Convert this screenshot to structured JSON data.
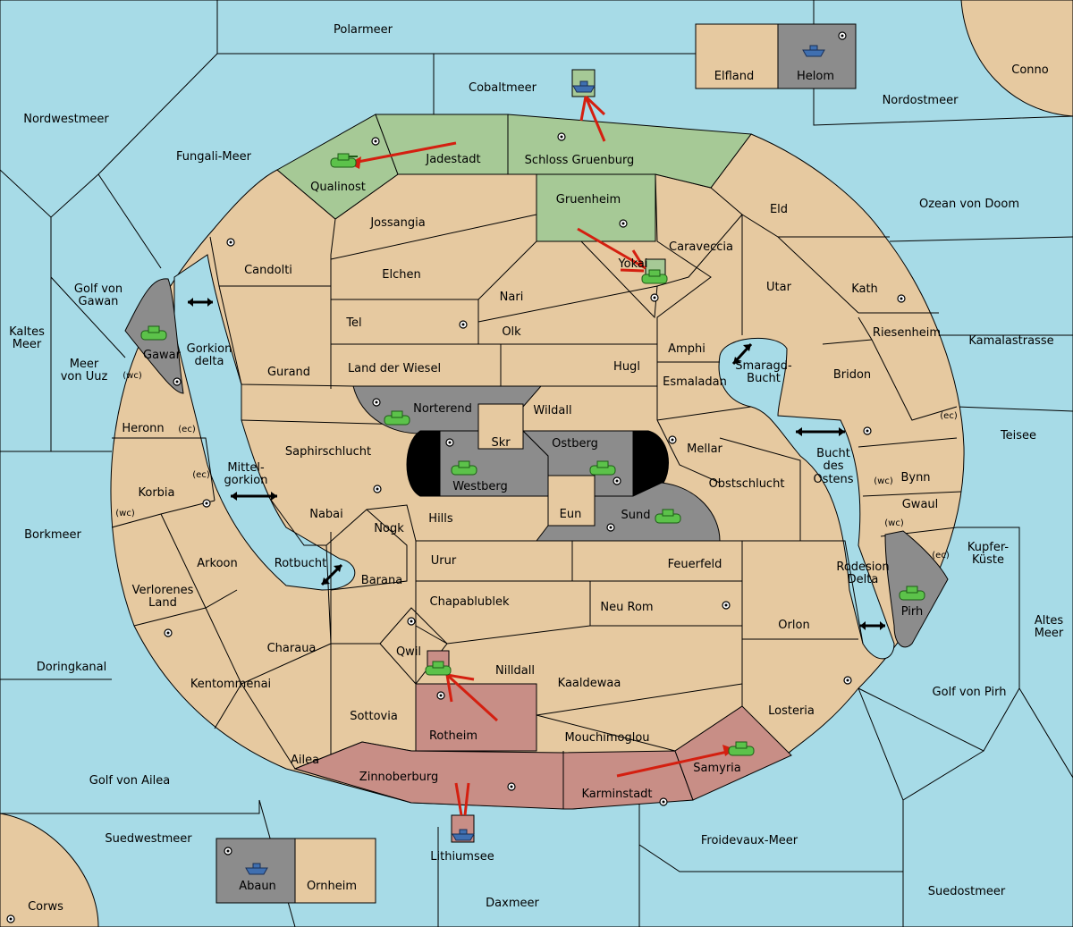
{
  "colors": {
    "sea": "#a7dbe7",
    "land": "#e6c9a0",
    "green_power": "#a6c996",
    "red_power": "#c88e86",
    "grey_power": "#8c8c8c",
    "order_arrow": "#d41f10"
  },
  "regions": {
    "polarmeer": "Polarmeer",
    "conno": "Conno",
    "elfland": "Elfland",
    "helom": "Helom",
    "cobaltmeer": "Cobaltmeer",
    "nordwestmeer": "Nordwestmeer",
    "nordostmeer": "Nordostmeer",
    "fungali": "Fungali-Meer",
    "jadestadt": "Jadestadt",
    "schloss": "Schloss Gruenburg",
    "qualinost": "Qualinost",
    "gruenheim": "Gruenheim",
    "eld": "Eld",
    "ozean": "Ozean von Doom",
    "jossangia": "Jossangia",
    "caraveccia": "Caraveccia",
    "candolti": "Candolti",
    "elchen": "Elchen",
    "yokai": "Yokai",
    "utar": "Utar",
    "kath": "Kath",
    "golf_gawan": "Golf von\nGawan",
    "nari": "Nari",
    "gawar": "Gawar",
    "gorkion": "Gorkion\ndelta",
    "tel": "Tel",
    "olk": "Olk",
    "kaltes": "Kaltes\nMeer",
    "riesenheim": "Riesenheim",
    "kamalastrasse": "Kamalastrasse",
    "amphi": "Amphi",
    "meer_uuz": "Meer\nvon Uuz",
    "gurand": "Gurand",
    "land_wiesel": "Land der Wiesel",
    "hugl": "Hugl",
    "smaragd": "Smaragd-\nBucht",
    "bridon": "Bridon",
    "esmaladan": "Esmaladan",
    "norterend": "Norterend",
    "wildall": "Wildall",
    "heronn": "Heronn",
    "skr": "Skr",
    "ostberg": "Ostberg",
    "teisee": "Teisee",
    "mellar": "Mellar",
    "saphirschlucht": "Saphirschlucht",
    "bucht_ostens": "Bucht\ndes\nOstens",
    "mittelgorkion": "Mittel-\ngorkion",
    "westberg": "Westberg",
    "bynn": "Bynn",
    "obstschlucht": "Obstschlucht",
    "korbia": "Korbia",
    "gwaul": "Gwaul",
    "nabai": "Nabai",
    "eun": "Eun",
    "sund": "Sund",
    "hills": "Hills",
    "nogk": "Nogk",
    "borkmeer": "Borkmeer",
    "kupfer": "Kupfer-\nKüste",
    "arkoon": "Arkoon",
    "rotbucht": "Rotbucht",
    "urur": "Urur",
    "feuerfeld": "Feuerfeld",
    "rodesion": "Rodesion\nDelta",
    "barana": "Barana",
    "verlorenes": "Verlorenes\nLand",
    "pirh": "Pirh",
    "chapablublek": "Chapablublek",
    "neu_rom": "Neu Rom",
    "altes": "Altes\nMeer",
    "orlon": "Orlon",
    "charaua": "Charaua",
    "qwil": "Qwil",
    "doringkanal": "Doringkanal",
    "nilldall": "Nilldall",
    "kentommenai": "Kentommenai",
    "kaaldewaa": "Kaaldewaa",
    "golf_pirh": "Golf von Pirh",
    "sottovia": "Sottovia",
    "losteria": "Losteria",
    "rotheim": "Rotheim",
    "mouchimoglou": "Mouchimoglou",
    "ailea": "Ailea",
    "samyria": "Samyria",
    "golf_ailea": "Golf von Ailea",
    "zinnoberburg": "Zinnoberburg",
    "karminstadt": "Karminstadt",
    "suedwestmeer": "Suedwestmeer",
    "froidevaux": "Froidevaux-Meer",
    "abaun": "Abaun",
    "ornheim": "Ornheim",
    "lithiumsee": "Lithiumsee",
    "suedostmeer": "Suedostmeer",
    "daxmeer": "Daxmeer",
    "corws": "Corws"
  },
  "coasts": {
    "wc": "(wc)",
    "ec": "(ec)"
  },
  "units": [
    {
      "type": "army",
      "icon": "tank-icon",
      "at": "Qualinost",
      "power": "green"
    },
    {
      "type": "fleet",
      "icon": "ship-icon",
      "at": "Cobaltmeer",
      "power": "green"
    },
    {
      "type": "army",
      "icon": "tank-icon",
      "at": "Yokai",
      "power": "green"
    },
    {
      "type": "fleet",
      "icon": "ship-icon",
      "at": "Helom",
      "power": "grey"
    },
    {
      "type": "army",
      "icon": "tank-icon",
      "at": "Gawar",
      "power": "grey"
    },
    {
      "type": "army",
      "icon": "tank-icon",
      "at": "Norterend",
      "power": "grey"
    },
    {
      "type": "army",
      "icon": "tank-icon",
      "at": "Westberg",
      "power": "grey"
    },
    {
      "type": "army",
      "icon": "tank-icon",
      "at": "Ostberg",
      "power": "grey"
    },
    {
      "type": "army",
      "icon": "tank-icon",
      "at": "Sund",
      "power": "grey"
    },
    {
      "type": "army",
      "icon": "tank-icon",
      "at": "Pirh",
      "power": "grey"
    },
    {
      "type": "fleet",
      "icon": "ship-icon",
      "at": "Abaun",
      "power": "grey"
    },
    {
      "type": "army",
      "icon": "tank-icon",
      "at": "Qwil",
      "power": "red"
    },
    {
      "type": "army",
      "icon": "tank-icon",
      "at": "Samyria",
      "power": "red"
    },
    {
      "type": "fleet",
      "icon": "ship-icon",
      "at": "Lithiumsee",
      "power": "red"
    }
  ]
}
